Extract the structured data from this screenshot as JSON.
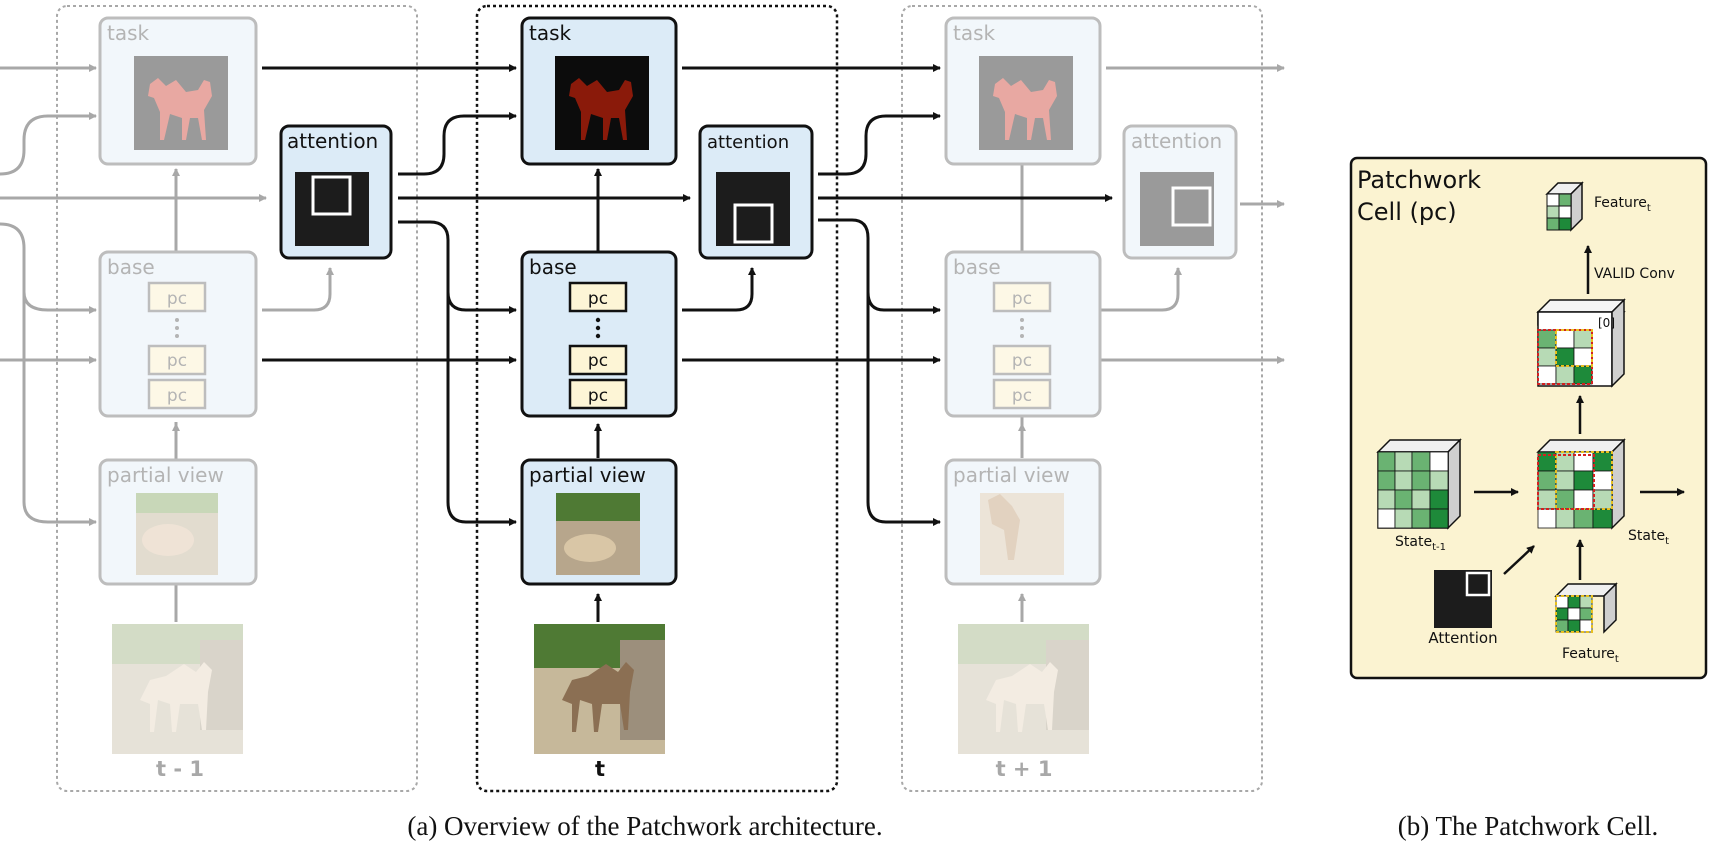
{
  "labels": {
    "task": "task",
    "attention": "attention",
    "base": "base",
    "pc": "pc",
    "partial_view": "partial view"
  },
  "timesteps": {
    "prev": "t - 1",
    "curr": "t",
    "next": "t + 1"
  },
  "cell": {
    "title_line1": "Patchwork",
    "title_line2": "Cell (pc)",
    "feature_out": "Feature",
    "feature_out_sub": "t",
    "valid_conv": "VALID Conv",
    "zero_index": "[0]",
    "state_prev": "State",
    "state_prev_sub": "t-1",
    "state_curr": "State",
    "state_curr_sub": "t",
    "attention": "Attention",
    "feature_in": "Feature",
    "feature_in_sub": "t"
  },
  "captions": {
    "a": "(a) Overview of the Patchwork architecture.",
    "b": "(b) The Patchwork Cell."
  },
  "colors": {
    "active_fill": "#dcebf7",
    "faded_fill": "#f2f7fb",
    "pc_fill": "#fdf5d6",
    "cell_panel": "#fbf3d1",
    "green_dark": "#1e8a3a",
    "green_mid": "#6ab372",
    "green_light": "#b7dab5",
    "camel_red": "#8a1a0a",
    "frame_gray": "#a8a8a8"
  }
}
